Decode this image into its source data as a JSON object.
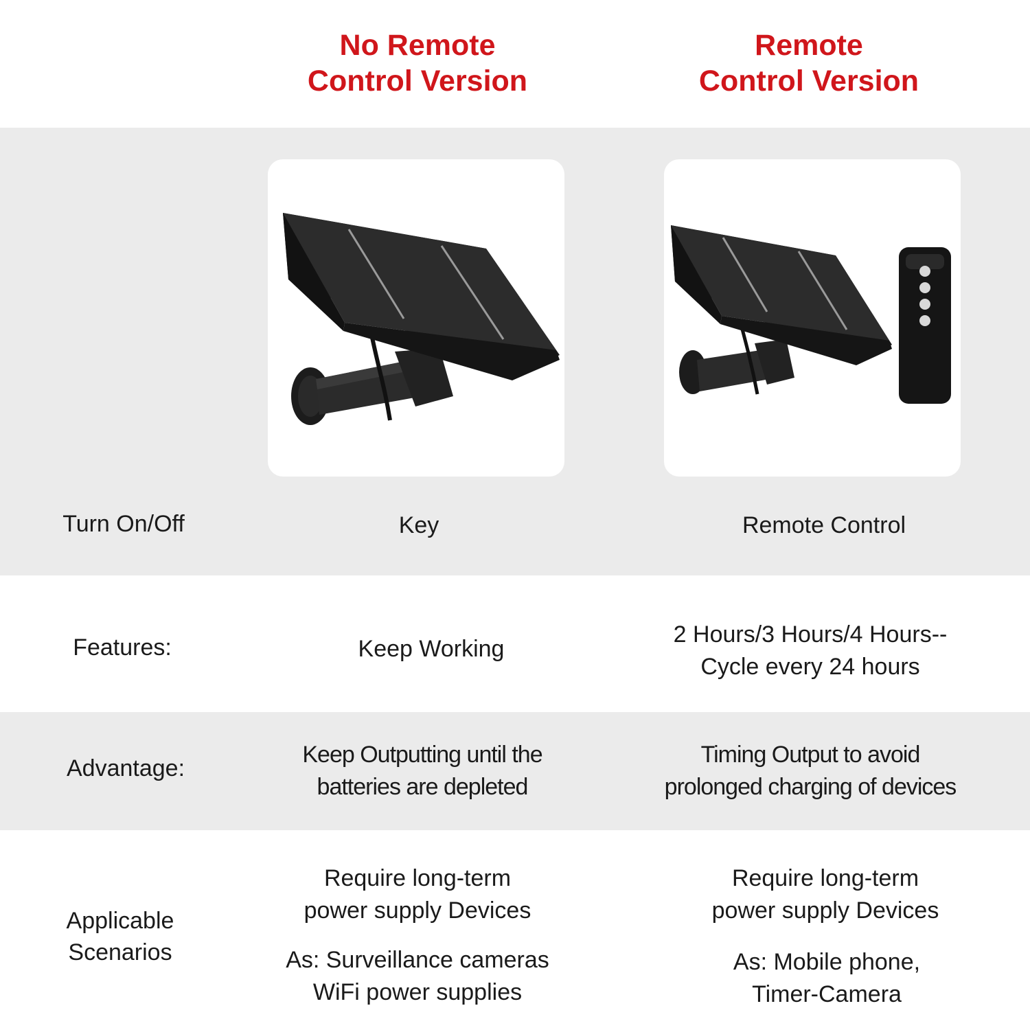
{
  "columns": [
    {
      "title_line1": "No Remote",
      "title_line2": "Control Version",
      "color": "#d0161b"
    },
    {
      "title_line1": "Remote",
      "title_line2": "Control Version",
      "color": "#d0161b"
    }
  ],
  "products": [
    {
      "image": "solar-panel-with-bracket-icon"
    },
    {
      "image": "solar-panel-with-remote-icon"
    }
  ],
  "rows": [
    {
      "label": "Turn On/Off",
      "col1": [
        "Key"
      ],
      "col2": [
        "Remote Control"
      ]
    },
    {
      "label": "Features:",
      "col1": [
        "Keep Working"
      ],
      "col2": [
        "2 Hours/3 Hours/4 Hours--",
        "Cycle every 24 hours"
      ]
    },
    {
      "label": "Advantage:",
      "col1": [
        "Keep Outputting until the",
        "batteries are depleted"
      ],
      "col2": [
        "Timing Output to avoid",
        "prolonged charging of devices"
      ]
    },
    {
      "label_lines": [
        "Applicable",
        "Scenarios"
      ],
      "col1_a": [
        "Require long-term",
        "power supply Devices"
      ],
      "col1_b": [
        "As:  Surveillance cameras",
        "WiFi power supplies"
      ],
      "col2_a": [
        "Require long-term",
        "power supply Devices"
      ],
      "col2_b": [
        "As: Mobile phone,",
        "Timer-Camera"
      ]
    }
  ],
  "colors": {
    "band": "#ebebeb",
    "title": "#d0161b",
    "text": "#1a1a1a"
  }
}
